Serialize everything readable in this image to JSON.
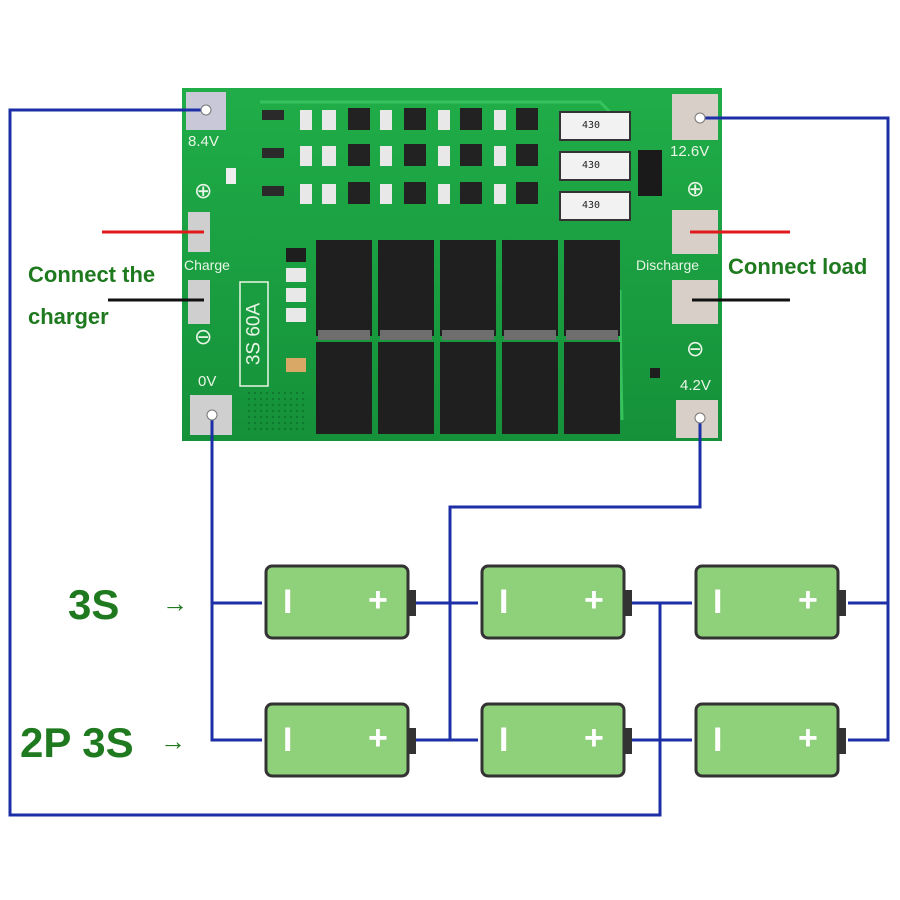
{
  "board": {
    "voltage_top_left": "8.4V",
    "voltage_top_right": "12.6V",
    "voltage_bottom_left": "0V",
    "voltage_bottom_right": "4.2V",
    "charge_label": "Charge",
    "discharge_label": "Discharge",
    "model_label": "3S 60A",
    "resistors": [
      "430",
      "430",
      "430"
    ],
    "polarity_plus": "⊕",
    "polarity_minus": "⊖"
  },
  "labels": {
    "connect_charger_line1": "Connect the",
    "connect_charger_line2": "charger",
    "connect_load": "Connect load",
    "row_3s": "3S",
    "row_2p3s": "2P 3S",
    "arrow": "→"
  },
  "battery": {
    "minus_sign": "I",
    "plus_sign": "+"
  },
  "colors": {
    "pcb_green": "#1aa343",
    "wire_blue": "#1c2fa6",
    "battery_green": "#8fd07a",
    "label_green": "#1f7a1f",
    "wire_red": "#e01a1a",
    "wire_black": "#111111"
  }
}
